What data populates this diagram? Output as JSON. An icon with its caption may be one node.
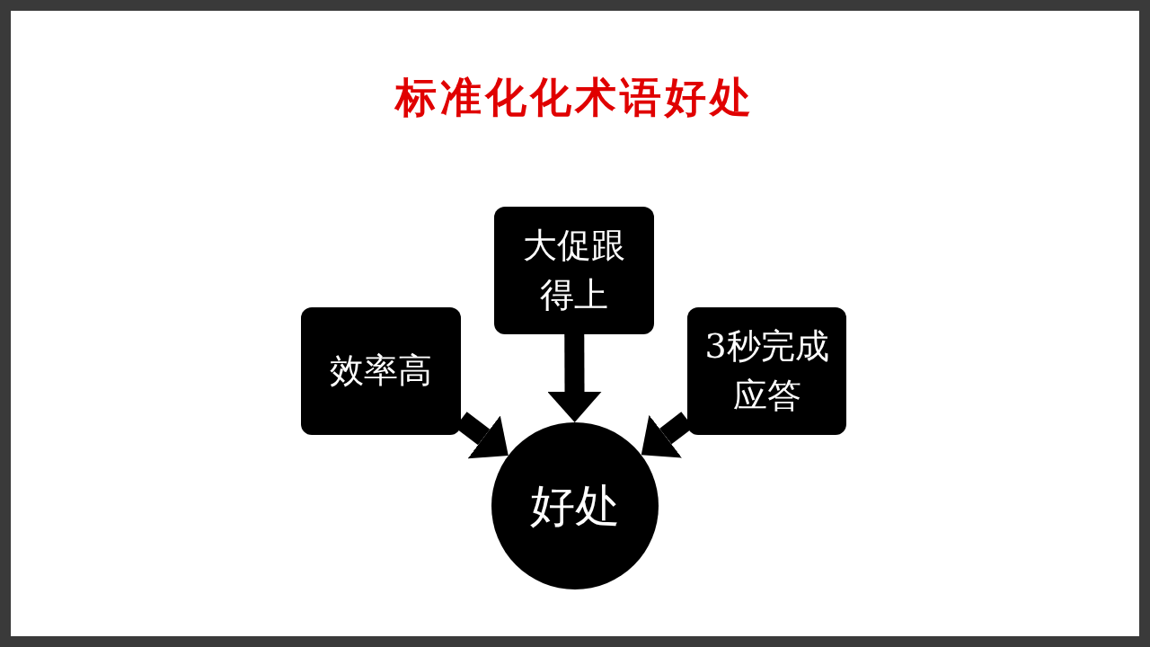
{
  "diagram": {
    "title": "标准化化术语好处",
    "nodes": [
      {
        "text": [
          "大促跟得上"
        ]
      },
      {
        "text": [
          "效率高"
        ]
      },
      {
        "text": [
          "3秒完成应答"
        ]
      },
      {
        "text": [
          "好处"
        ]
      }
    ],
    "edges": [
      {
        "from": 0,
        "to": 3,
        "arrow": "to"
      },
      {
        "from": 1,
        "to": 3,
        "arrow": "to"
      },
      {
        "from": 2,
        "to": 3,
        "arrow": "to"
      }
    ]
  }
}
